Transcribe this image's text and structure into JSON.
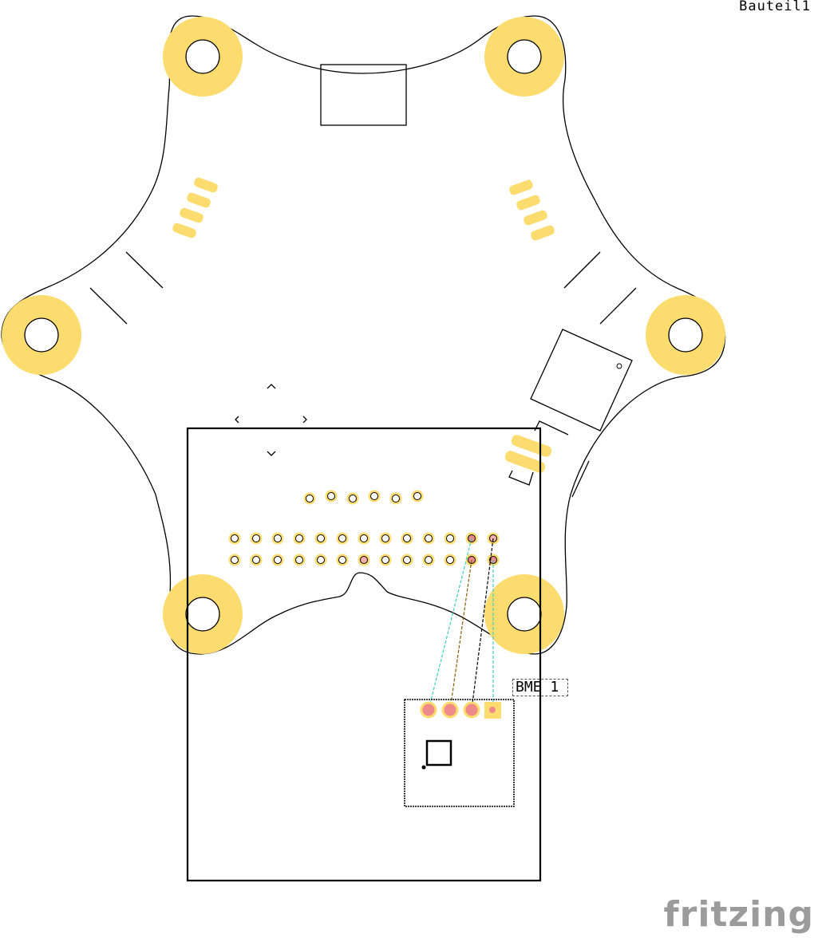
{
  "title": "Bauteil1",
  "sensor_label": "BME 1",
  "watermark": "fritzing",
  "colors": {
    "pad_yellow": "#fcdc6e",
    "pad_red": "#f08a8a",
    "outline": "#000000",
    "watermark": "#9b9b9b",
    "wire_cyan": "#3ad1c4",
    "wire_brown": "#8b5a00",
    "wire_black": "#000000"
  }
}
